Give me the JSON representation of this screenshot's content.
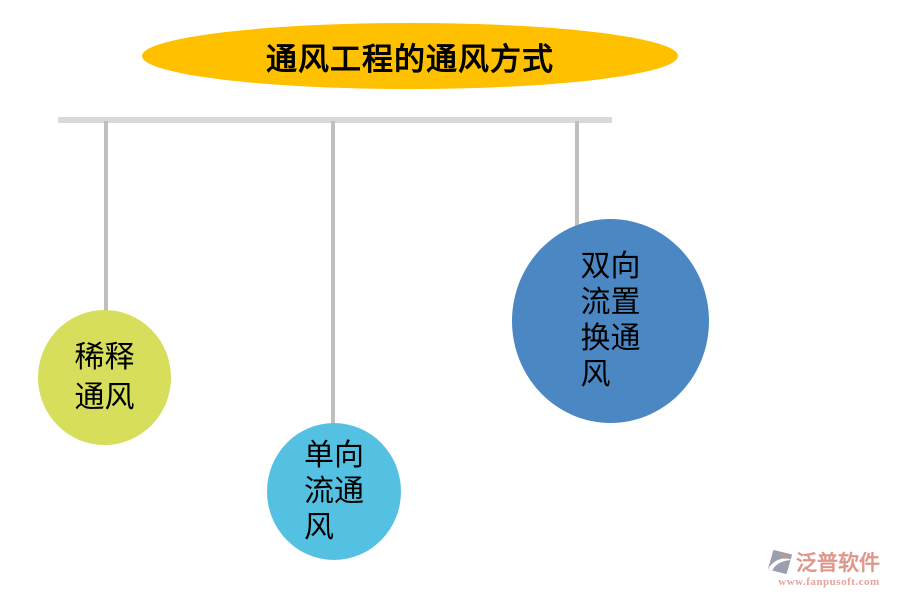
{
  "title": {
    "text": "通风工程的通风方式"
  },
  "nodes": [
    {
      "id": "dilution",
      "label": "稀释通风",
      "text": "稀释\n通风",
      "color": "#D6DE5C"
    },
    {
      "id": "unidirectional",
      "label": "单向流通风",
      "text": "单向\n流通\n风",
      "color": "#55C1E2"
    },
    {
      "id": "bidirectional",
      "label": "双向流置换通风",
      "text": "双向\n流置\n换通\n风",
      "color": "#4B87C3"
    }
  ],
  "watermark": {
    "brand": "泛普软件",
    "url": "www.fanpusoft.com"
  },
  "colors": {
    "title_fill": "#FFC000",
    "connector_bar": "#D9D9D9",
    "connector_line": "#BFBFBF",
    "text": "#000000",
    "watermark_brand": "#DF968B",
    "watermark_url": "#E5A49B",
    "watermark_icon_gray": "#9AA0AE",
    "watermark_icon_accent": "#DD8D80",
    "background": "#FFFFFF"
  }
}
